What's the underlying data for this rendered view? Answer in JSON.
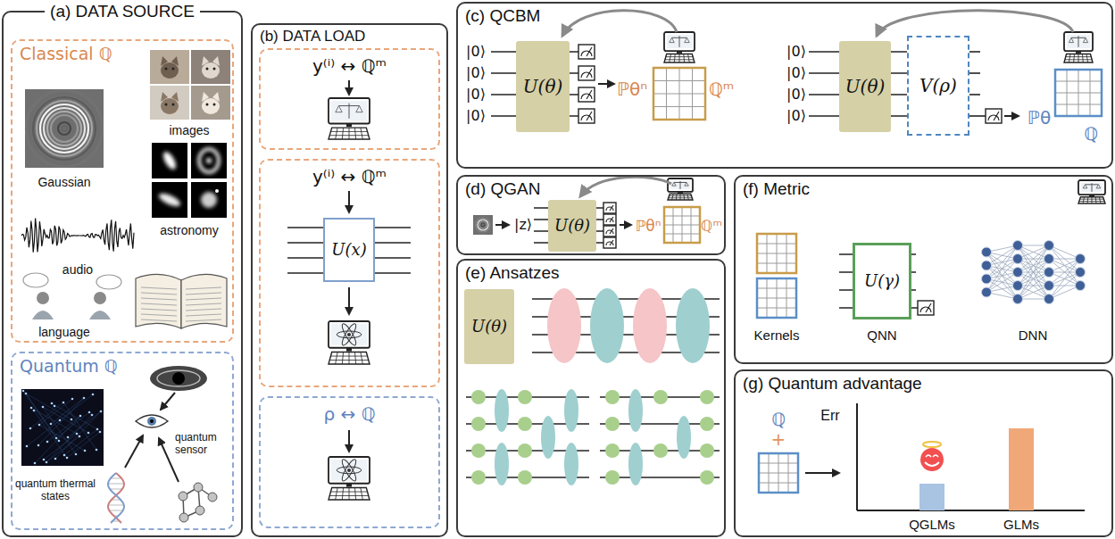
{
  "diagram": {
    "nodes": [
      {
        "text": [
          "(a) DATA SOURCE"
        ]
      },
      {
        "text": [
          "Classical ℚ"
        ],
        "in": 0
      },
      {
        "text": [
          "Quantum ℚ"
        ],
        "in": 0
      },
      {
        "text": [
          "(b) DATA LOAD"
        ]
      },
      {
        "text": [
          "y⁽ⁱ⁾ ↔ ℚᵐ"
        ],
        "in": 3
      },
      {
        "text": [
          "y⁽ⁱ⁾ ↔ ℚᵐ"
        ],
        "in": 3
      },
      {
        "text": [
          "U(x)"
        ],
        "in": 5
      },
      {
        "text": [
          "ρ ↔ ℚ"
        ],
        "in": 3
      },
      {
        "text": [
          "(c) QCBM"
        ]
      },
      {
        "text": [
          "U(θ)"
        ],
        "in": 8
      },
      {
        "text": [
          "U(θ)"
        ],
        "in": 8
      },
      {
        "text": [
          "V(ρ)"
        ],
        "in": 8
      },
      {
        "text": [
          "(d) QGAN"
        ]
      },
      {
        "text": [
          "U(θ)"
        ],
        "in": 12
      },
      {
        "text": [
          "(e) Ansatzes"
        ]
      },
      {
        "text": [
          "U(θ)"
        ],
        "in": 14
      },
      {
        "text": [
          "(f) Metric"
        ]
      },
      {
        "text": [
          "U(γ)"
        ],
        "in": 16
      },
      {
        "text": [
          "(g) Quantum advantage"
        ]
      }
    ],
    "labels": [
      "Gaussian",
      "images",
      "audio",
      "astronomy",
      "language",
      "quantum thermal states",
      "quantum sensor",
      "|0⟩",
      "|0⟩",
      "|0⟩",
      "|0⟩",
      "|0⟩",
      "|0⟩",
      "|0⟩",
      "|0⟩",
      "ℙθⁿ",
      "ℚᵐ",
      "ℙθ",
      "ℚ",
      "|z⟩",
      "ℙθⁿ",
      "ℚᵐ",
      "Kernels",
      "QNN",
      "DNN",
      "ℚ",
      "+",
      "Err",
      "QGLMs",
      "GLMs"
    ]
  }
}
